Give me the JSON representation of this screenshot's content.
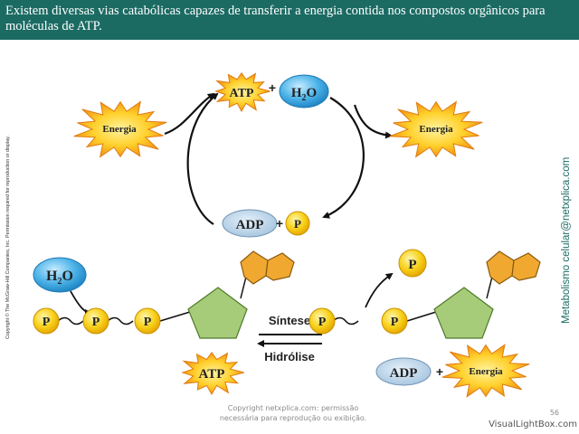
{
  "header": {
    "text": "Existem diversas vias catabólicas capazes de transferir a energia contida nos compostos orgânicos para moléculas de ATP."
  },
  "side_copyright": "Copyright © The McGraw-Hill Companies, Inc. Permission required for reproduction or display.",
  "side_brand": "Metabolismo celular@netxplica.com",
  "cycle": {
    "energy_in": "Energia",
    "atp": "ATP",
    "plus_top": "+",
    "water": "H",
    "water_sub": "2",
    "water_o": "O",
    "energy_out": "Energia",
    "adp": "ADP",
    "plus_bottom": "+",
    "p": "P"
  },
  "hydrolysis": {
    "water": "H",
    "water_sub": "2",
    "water_o": "O",
    "phosphates_left": [
      "P",
      "P",
      "P"
    ],
    "phosphates_right": [
      "P",
      "P"
    ],
    "free_p": "P",
    "synthesis_label": "Síntese",
    "hydrolysis_label": "Hidrólise",
    "atp_label": "ATP",
    "adp_label": "ADP",
    "plus": "+",
    "energy": "Energia"
  },
  "colors": {
    "header_bg": "#1b6b63",
    "phosphate_yellow": "#f5c200",
    "water_blue": "#3fa9e0",
    "adp_blue": "#b8d3e8",
    "ribose_green": "#a6cc7a",
    "base_orange": "#f0a830",
    "star_yellow": "#ffd02a",
    "star_orange": "#f08a14"
  },
  "footer": {
    "note_line1": "Copyright netxplica.com: permissão",
    "note_line2": "necessária para reprodução ou exibição.",
    "page_number": "56",
    "watermark": "VisualLightBox.com"
  }
}
